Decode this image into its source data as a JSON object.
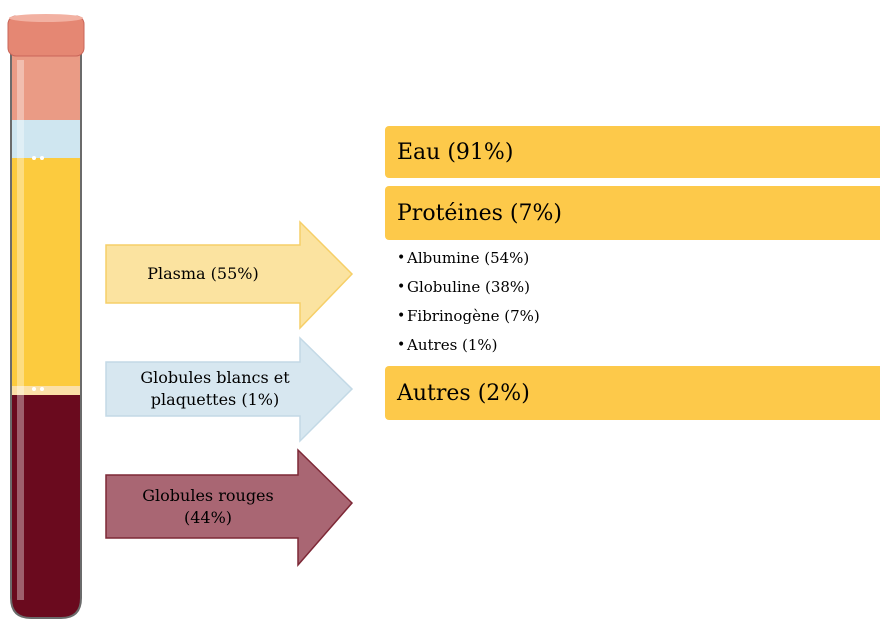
{
  "colors": {
    "bar_fill": "#fdc94a",
    "plasma_arrow": "#fbe3a0",
    "plasma_arrow_stroke": "#f6cf68",
    "wbc_arrow": "#d7e7f0",
    "wbc_arrow_stroke": "#c3d9e6",
    "rbc_arrow": "#a96673",
    "rbc_arrow_stroke": "#7d2836",
    "tube_cap": "#e58773",
    "tube_plasma": "#fccb3e",
    "tube_buffy": "#cde4ef",
    "tube_blood": "#6a0a1e"
  },
  "tube": {
    "cap_icon": "test-tube-cap-icon",
    "body_icon": "test-tube-icon"
  },
  "arrows": {
    "plasma": {
      "label": "Plasma (55%)",
      "icon": "right-arrow-icon"
    },
    "white_cells": {
      "label": "Globules blancs et plaquettes (1%)",
      "icon": "right-arrow-icon"
    },
    "red_cells": {
      "label": "Globules rouges (44%)",
      "icon": "right-arrow-icon"
    }
  },
  "plasma_components": {
    "water": "Eau (91%)",
    "proteins": "Protéines (7%)",
    "protein_items": [
      "Albumine (54%)",
      "Globuline (38%)",
      "Fibrinogène (7%)",
      "Autres (1%)"
    ],
    "bullet": "•",
    "others": "Autres (2%)"
  }
}
